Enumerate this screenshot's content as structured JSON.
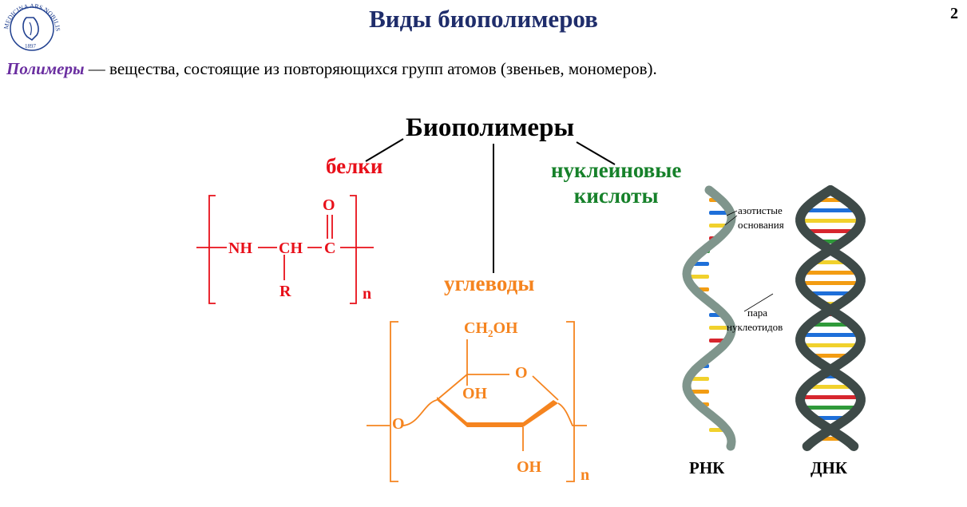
{
  "header": {
    "title": "Виды биополимеров",
    "page_number": "2",
    "logo_text": "MEDICINA ARS NOBILISSIMA",
    "logo_year": "1897"
  },
  "definition": {
    "term": "Полимеры",
    "text": " — вещества, состоящие из повторяющихся групп атомов (звеньев, мономеров)."
  },
  "diagram": {
    "root": "Биополимеры",
    "proteins": "белки",
    "nucleic_line1": "нуклеиновые",
    "nucleic_line2": "кислоты",
    "carbohydrates": "углеводы"
  },
  "protein_formula": {
    "nh": "NH",
    "ch": "CH",
    "c": "C",
    "o": "O",
    "r": "R",
    "n": "n"
  },
  "carb_formula": {
    "ch2oh_a": "CH",
    "ch2oh_sub": "2",
    "ch2oh_b": "OH",
    "ring_o": "O",
    "oh_top": "OH",
    "oh_bottom": "OH",
    "link_o": "O",
    "n": "n"
  },
  "helix": {
    "bases_label_1": "азотистые",
    "bases_label_2": "основания",
    "pair_label_1": "пара",
    "pair_label_2": "нуклеотидов",
    "rna_label": "РНК",
    "dna_label": "ДНК"
  },
  "colors": {
    "title": "#1f2d6b",
    "term": "#6a2ea0",
    "protein": "#e8101a",
    "nucleic": "#16812a",
    "carb": "#f5841f",
    "rna_backbone": "#7f958c",
    "dna_backbone": "#3e4a48"
  }
}
